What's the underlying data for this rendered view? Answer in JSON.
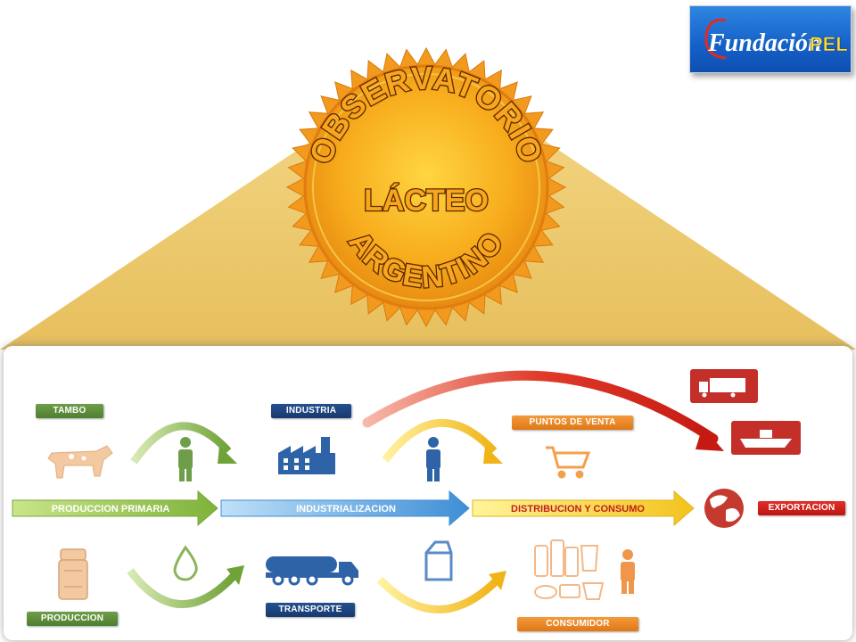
{
  "logo": {
    "brand_main": "Fundación",
    "brand_sub": "PEL"
  },
  "seal": {
    "line1": "OBSERVATORIO",
    "line2": "LÁCTEO",
    "line3": "ARGENTINO"
  },
  "stages": {
    "primary": "PRODUCCION PRIMARIA",
    "industrial": "INDUSTRIALIZACION",
    "distribution": "DISTRIBUCION Y CONSUMO",
    "export": "EXPORTACION"
  },
  "labels": {
    "tambo": "TAMBO",
    "industria": "INDUSTRIA",
    "puntos_venta": "PUNTOS DE VENTA",
    "produccion": "PRODUCCION",
    "transporte": "TRANSPORTE",
    "consumidor": "CONSUMIDOR"
  },
  "colors": {
    "green": "#6f9e4a",
    "navy": "#24508f",
    "blue_icon": "#2e63a8",
    "orange": "#f39a3c",
    "red": "#d42a24",
    "gold": "#f5a31c",
    "peach": "#f2c9a0"
  },
  "icons": {
    "cow": "cow-icon",
    "farmer": "person-icon",
    "factory": "factory-icon",
    "worker": "person-icon",
    "cart": "shopping-cart-icon",
    "globe": "globe-icon",
    "milk_can": "milk-can-icon",
    "drop": "milk-drop-icon",
    "truck": "tanker-truck-icon",
    "carton": "milk-carton-icon",
    "products": "dairy-products-icon",
    "consumer": "person-icon",
    "export_truck": "export-truck-icon",
    "ship": "ship-icon"
  }
}
